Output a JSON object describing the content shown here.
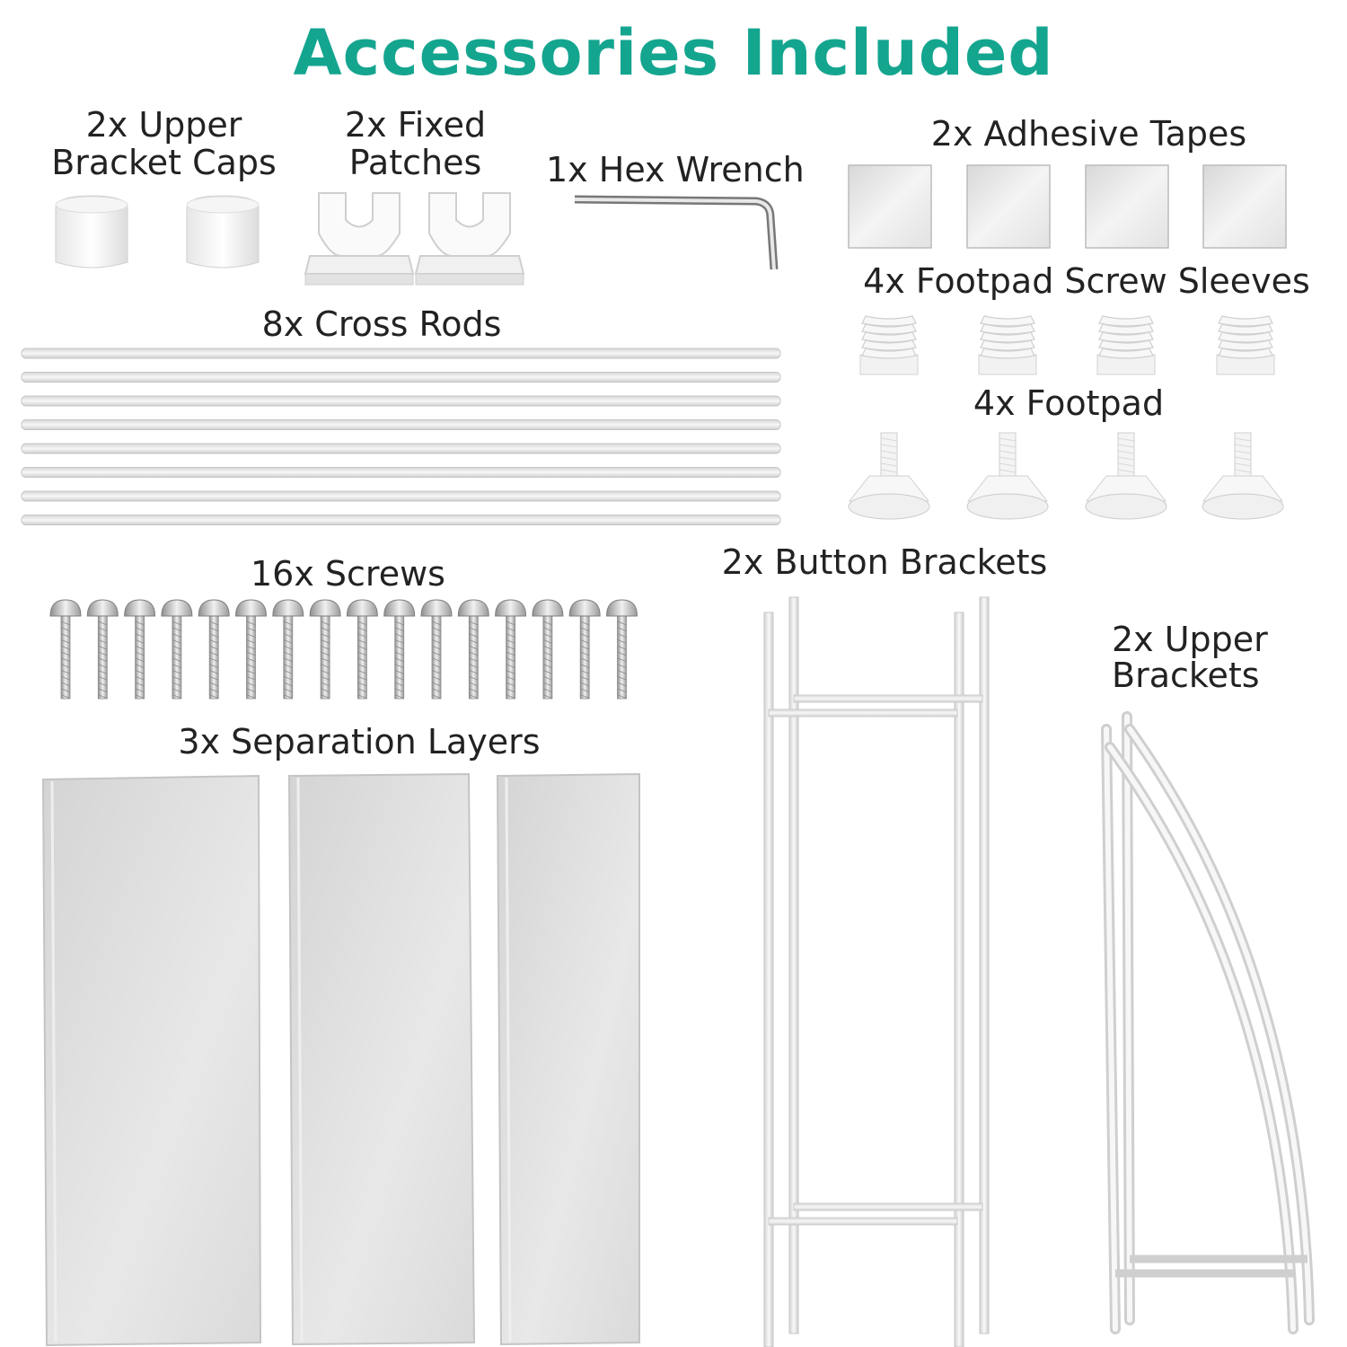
{
  "title": "Accessories Included",
  "labels": {
    "upper_bracket_caps": "2x Upper\nBracket Caps",
    "fixed_patches": "2x Fixed\nPatches",
    "hex_wrench": "1x Hex Wrench",
    "adhesive_tapes": "2x Adhesive Tapes",
    "footpad_screw_sleeves": "4x Footpad Screw Sleeves",
    "footpad": "4x Footpad",
    "cross_rods": "8x Cross Rods",
    "screws": "16x Screws",
    "separation_layers": "3x Separation Layers",
    "button_brackets": "2x Button Brackets",
    "upper_brackets": "2x Upper\nBrackets"
  },
  "colors": {
    "title": "#14a58f",
    "text": "#222222"
  },
  "icons": [
    "bracket-cap-icon",
    "fixed-patch-icon",
    "hex-wrench-icon",
    "adhesive-tape-icon",
    "screw-sleeve-icon",
    "footpad-icon",
    "cross-rod-icon",
    "screw-icon",
    "separation-layer-icon",
    "button-bracket-icon",
    "upper-bracket-icon"
  ]
}
